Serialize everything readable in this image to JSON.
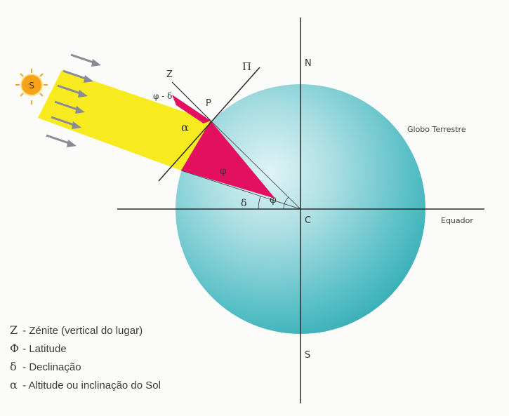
{
  "labels": {
    "north": "N",
    "south": "S",
    "center": "C",
    "point": "P",
    "zenith": "Z",
    "plane": "Π",
    "globe": "Globo Terrestre",
    "equator": "Equador",
    "phi_minus_delta": "φ - δ",
    "alpha": "α",
    "phi": "φ",
    "delta": "δ",
    "phi_center": "φ",
    "sun": "S"
  },
  "legend": [
    {
      "symbol": "Z",
      "text": " - Zénite (vertical do lugar)"
    },
    {
      "symbol": "Φ",
      "text": " - Latitude"
    },
    {
      "symbol": "δ",
      "text": " - Declinação"
    },
    {
      "symbol": "α",
      "text": " - Altitude ou inclinação do Sol"
    }
  ],
  "colors": {
    "globe": "#5cc4c9",
    "sun_beam": "#f7ea1f",
    "angle_wedge": "#e3105f",
    "sun": "#f5a623",
    "arrows": "#8a8a94",
    "lines": "#2a2a2a"
  }
}
